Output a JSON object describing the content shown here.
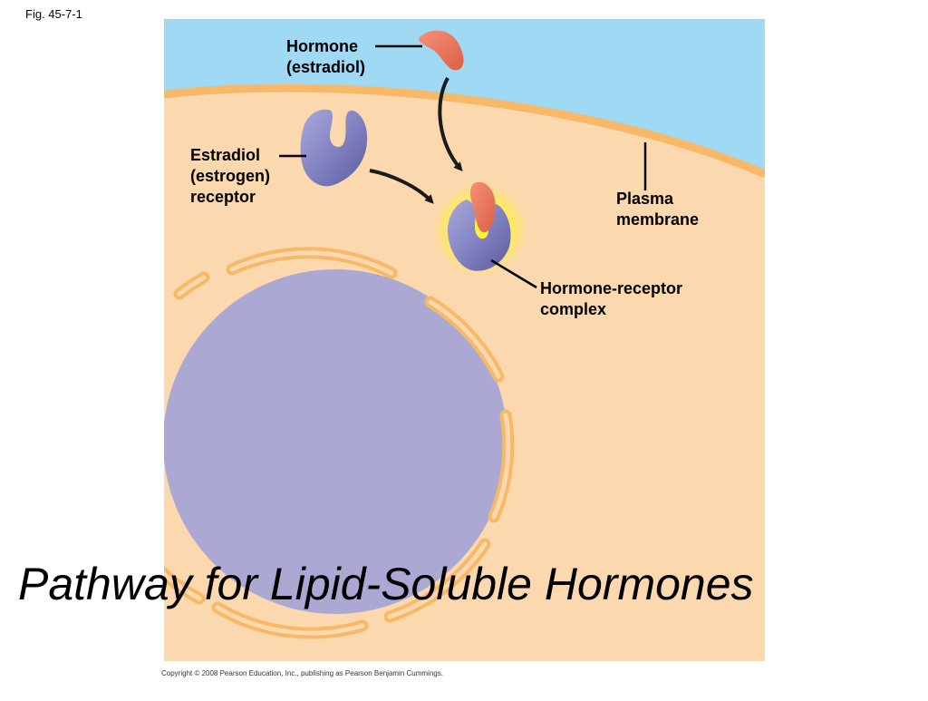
{
  "figure_label": "Fig. 45-7-1",
  "labels": {
    "hormone": [
      "Hormone",
      "(estradiol)"
    ],
    "receptor": [
      "Estradiol",
      "(estrogen)",
      "receptor"
    ],
    "membrane": [
      "Plasma",
      "membrane"
    ],
    "complex": [
      "Hormone-receptor",
      "complex"
    ]
  },
  "title": "Pathway for Lipid-Soluble Hormones",
  "copyright": "Copyright © 2008 Pearson Education, Inc., publishing as Pearson Benjamin Cummings.",
  "colors": {
    "extracellular": "#9fd9f4",
    "cytoplasm": "#fcd8ae",
    "membrane": "#f7b968",
    "nucleus": "#aba9d3",
    "hormone": "#ec7a60",
    "receptor": "#8080bd",
    "glow": "#fff23a"
  }
}
